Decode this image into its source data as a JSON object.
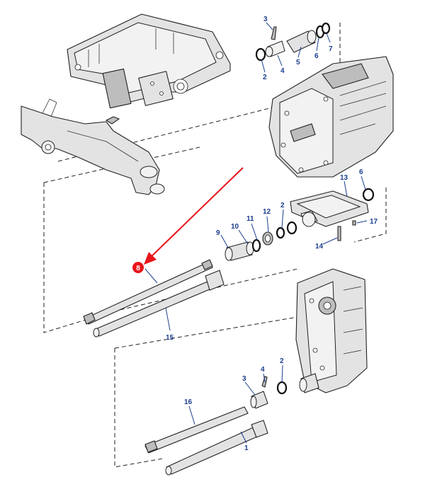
{
  "accent_color": "#e8141a",
  "callout_color": "#1a3d8f",
  "highlight_badge": {
    "label": "8"
  },
  "callouts": {
    "c3_top": "3",
    "c2_top": "2",
    "c4_top": "4",
    "c5_top": "5",
    "c6_top": "6",
    "c7_top": "7",
    "c13": "13",
    "c6_mid": "6",
    "c17": "17",
    "c14": "14",
    "c10": "10",
    "c11": "11",
    "c12": "12",
    "c2_mid": "2",
    "c9": "9",
    "c15": "15",
    "c3_low": "3",
    "c4_low": "4",
    "c2_low": "2",
    "c16": "16",
    "c1": "1"
  }
}
